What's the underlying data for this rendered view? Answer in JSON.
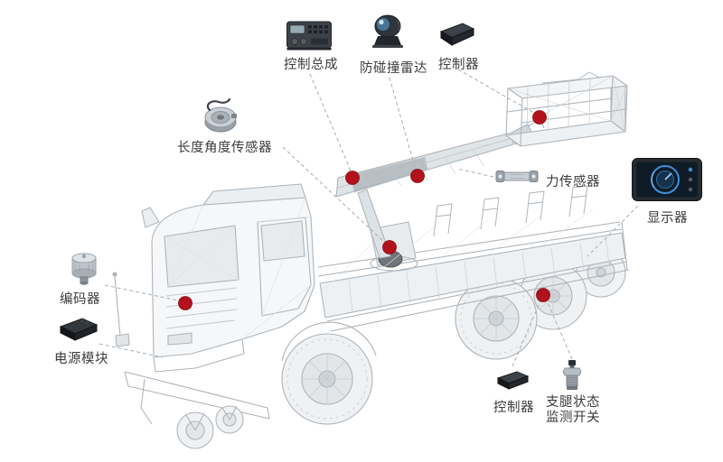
{
  "diagram": {
    "components": {
      "control_assembly": {
        "label": "控制总成",
        "icon": "control-assembly-icon"
      },
      "anti_collision_radar": {
        "label": "防碰撞雷达",
        "icon": "anti-collision-radar-icon"
      },
      "controller_top": {
        "label": "控制器",
        "icon": "controller-icon"
      },
      "length_angle_sensor": {
        "label": "长度角度传感器",
        "icon": "draw-wire-angle-sensor-icon"
      },
      "force_sensor": {
        "label": "力传感器",
        "icon": "load-cell-icon"
      },
      "display": {
        "label": "显示器",
        "icon": "display-tablet-icon"
      },
      "encoder": {
        "label": "编码器",
        "icon": "encoder-icon"
      },
      "power_module": {
        "label": "电源模块",
        "icon": "power-module-icon"
      },
      "controller_bottom": {
        "label": "控制器",
        "icon": "controller-icon"
      },
      "outrigger_switch": {
        "label_line1": "支腿状态",
        "label_line2": "监测开关",
        "icon": "outrigger-switch-icon"
      }
    },
    "marker_count": 6,
    "colors": {
      "marker": "#b1121b",
      "connector": "#a8aeb4",
      "label_text": "#3c3c3c",
      "wireframe": "#aeb5bb",
      "display_accent": "#3f8fd6"
    }
  }
}
